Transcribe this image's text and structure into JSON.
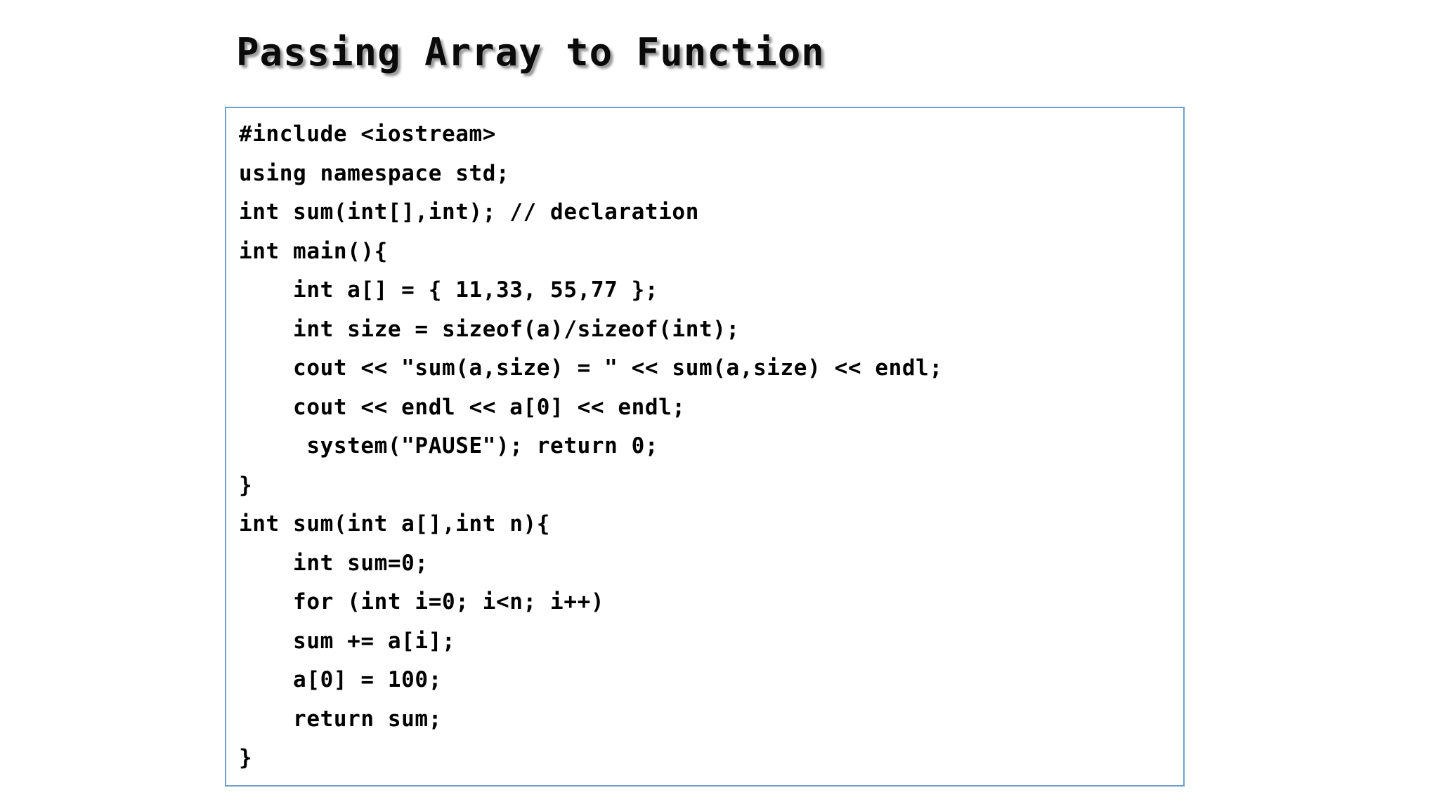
{
  "slide": {
    "title": "Passing Array to Function",
    "background_color": "#ffffff",
    "title_color": "#0a0a0a",
    "title_shadow_color": "#787878"
  },
  "code_block": {
    "border_color": "#6d9fca",
    "background_color": "#ffffff",
    "text_color": "#000000",
    "language": "cpp",
    "lines": [
      "#include <iostream>",
      "using namespace std;",
      "int sum(int[],int); // declaration",
      "int main(){",
      "    int a[] = { 11,33, 55,77 };",
      "    int size = sizeof(a)/sizeof(int);",
      "    cout << \"sum(a,size) = \" << sum(a,size) << endl;",
      "    cout << endl << a[0] << endl;",
      "     system(\"PAUSE\"); return 0;",
      "}",
      "int sum(int a[],int n){",
      "    int sum=0;",
      "    for (int i=0; i<n; i++)",
      "    sum += a[i];",
      "    a[0] = 100;",
      "    return sum;",
      "}"
    ]
  }
}
